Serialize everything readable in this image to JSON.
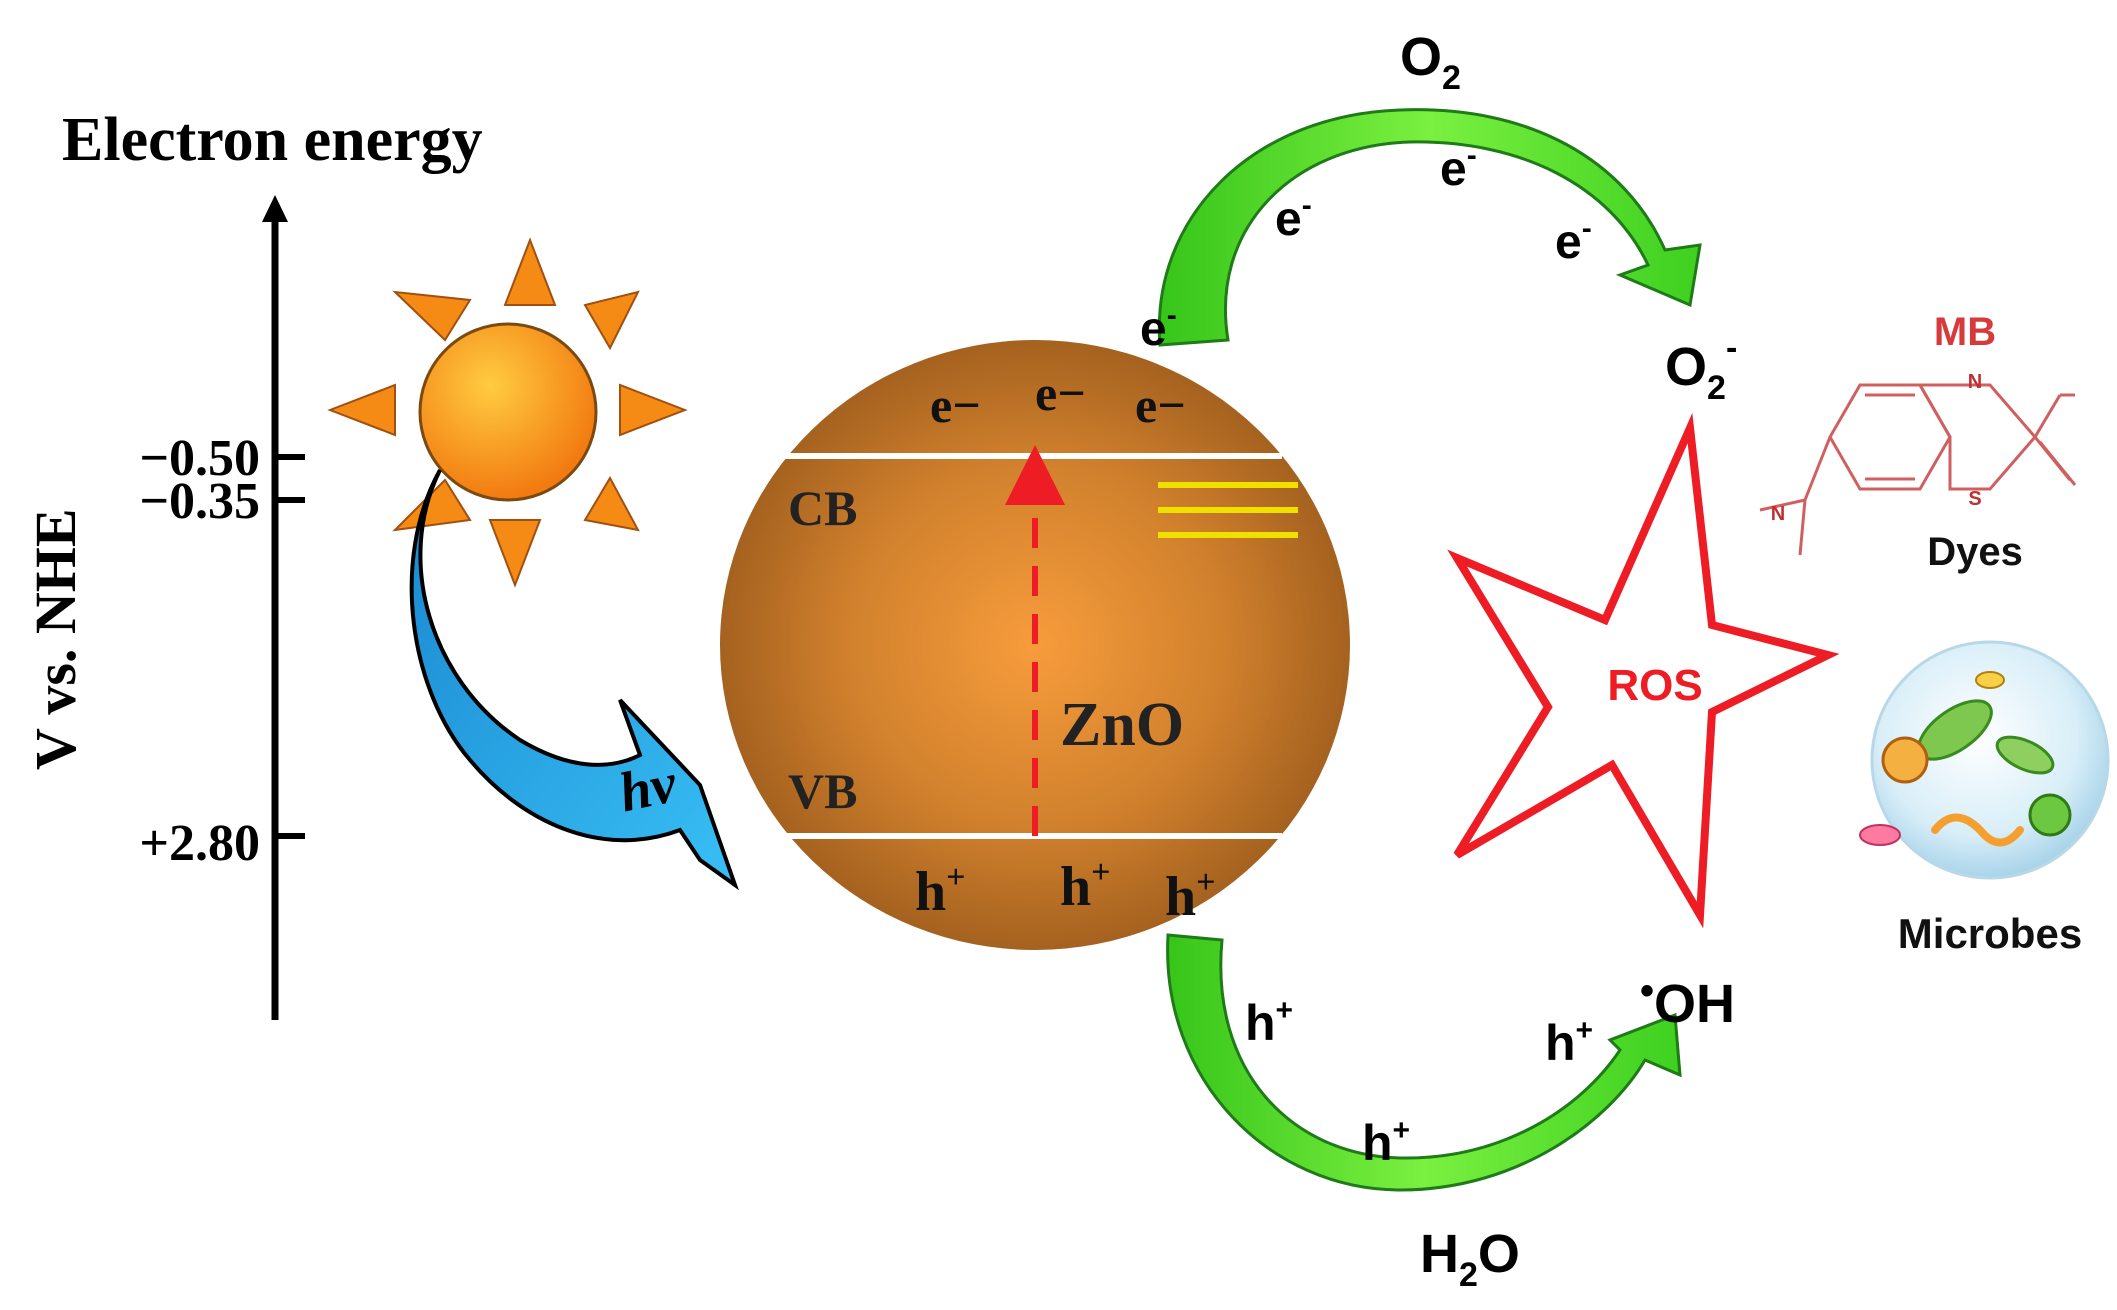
{
  "axis": {
    "title": "Electron energy",
    "ylabel": "V vs. NHE",
    "ticks": [
      "−0.50",
      "−0.35",
      "+2.80"
    ]
  },
  "light": {
    "label": "hv"
  },
  "particle": {
    "material": "ZnO",
    "cb_label": "CB",
    "vb_label": "VB",
    "electrons": [
      "e−",
      "e−",
      "e−"
    ],
    "holes": [
      "h",
      "h",
      "h"
    ],
    "hole_sup": "+"
  },
  "reduction": {
    "reactant": "O",
    "reactant_sub": "2",
    "product": "O",
    "product_sub": "2",
    "product_sup": "-",
    "carriers": [
      "e",
      "e",
      "e",
      "e"
    ],
    "carrier_sup": "-"
  },
  "oxidation": {
    "reactant": "H",
    "reactant_sub": "2",
    "reactant_tail": "O",
    "product_dot": "•",
    "product": "OH",
    "carriers": [
      "h",
      "h",
      "h"
    ],
    "carrier_sup": "+"
  },
  "ros": {
    "label": "ROS"
  },
  "targets": {
    "dye_name": "MB",
    "dye_label": "Dyes",
    "dye_atoms": [
      "N",
      "N",
      "S"
    ],
    "microbe_label": "Microbes"
  },
  "colors": {
    "particle": "#b06a22",
    "particle_center": "#f5a040",
    "arrow_green": "#4fdc2a",
    "arrow_blue": "#1ea8e8",
    "ros_red": "#ee1c24",
    "mb_red": "#d63a3a",
    "excitation": "#ee1c24",
    "trap_levels": "#f0e000",
    "sun_body": "#f89820",
    "sun_rays": "#f08010"
  }
}
